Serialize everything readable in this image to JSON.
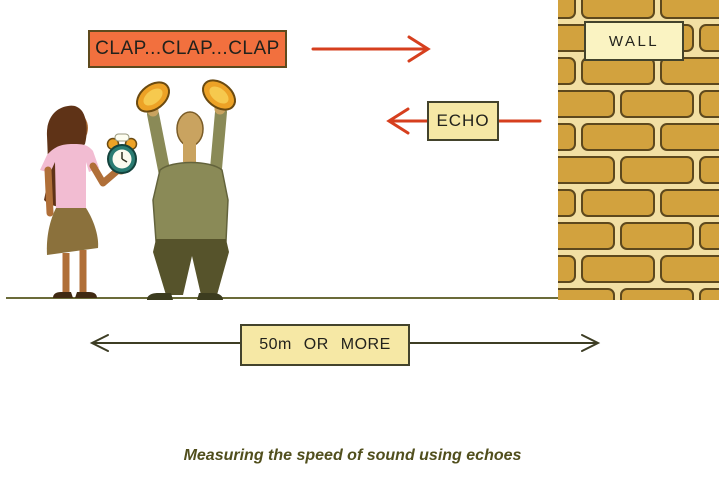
{
  "caption": "Measuring the speed of sound using echoes",
  "labels": {
    "clap": "CLAP...CLAP...CLAP",
    "wall": "WALL",
    "echo": "ECHO",
    "distance": "50m OR MORE"
  },
  "colors": {
    "clap_box_bg": "#f2703e",
    "yellow_box_bg": "#f6e8a5",
    "wall_box_bg": "#faf3c2",
    "red_arrow": "#d63f1e",
    "dark_arrow": "#3d3d24",
    "ground": "#6b6b39",
    "brick": "#d2a23e",
    "mortar": "#f2dfa3",
    "brick_outline": "#5d481d",
    "caption_text": "#514f1d",
    "woman_skin": "#b06f38",
    "woman_hair": "#5f3317",
    "woman_shirt": "#f2bcd2",
    "woman_skirt": "#8b713c",
    "man_skin": "#c9a360",
    "man_shirt": "#8a8a57",
    "man_pants": "#56532b",
    "shoe_dark": "#3c3c1f",
    "cymbal": "#eda226",
    "cymbal_highlight": "#f6c94e",
    "clock_teal": "#2a7c72"
  }
}
